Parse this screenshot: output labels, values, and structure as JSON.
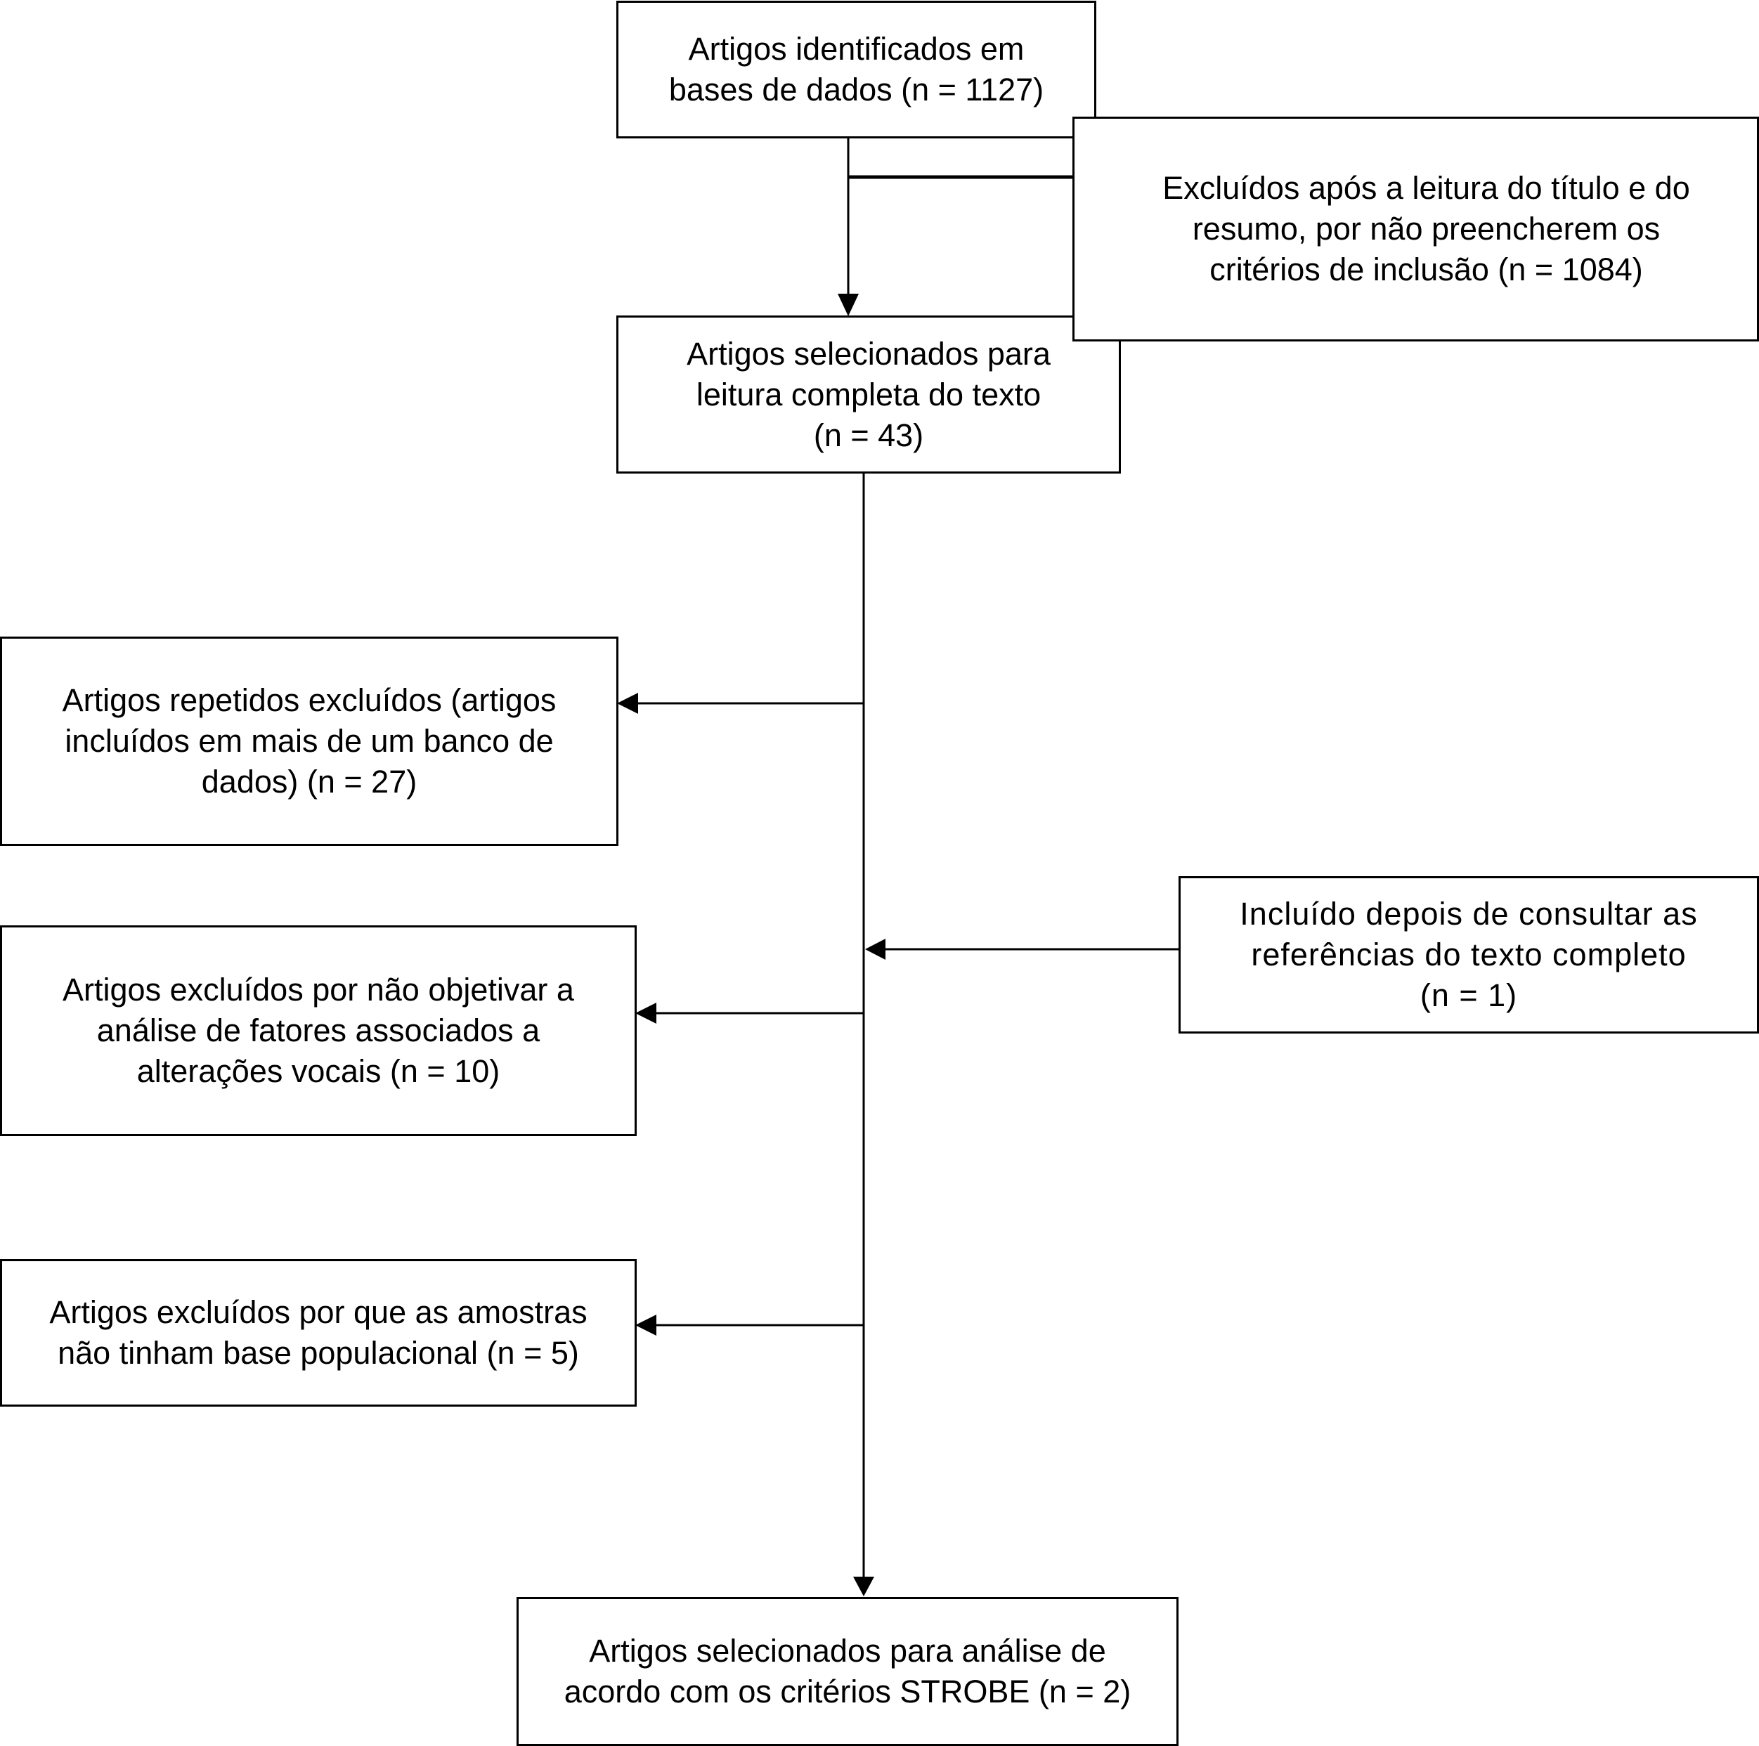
{
  "flowchart": {
    "identified": "Artigos identificados em\nbases de dados (n = 1127)",
    "excluded_title_abstract": "Excluídos após a leitura do título e do\nresumo, por não preencherem os\ncritérios de inclusão (n = 1084)",
    "selected_full_text": "Artigos selecionados para\nleitura completa do texto\n(n = 43)",
    "repeated_excluded": "Artigos repetidos excluídos (artigos\nincluídos em mais de um banco de\ndados) (n = 27)",
    "included_references": "Incluído depois de consultar as\nreferências do texto completo\n(n = 1)",
    "excluded_not_objective": "Artigos excluídos por não objetivar a\nanálise de fatores associados a\nalterações vocais (n = 10)",
    "excluded_not_population": "Artigos excluídos por que as amostras\nnão tinham base populacional (n = 5)",
    "final_selected": "Artigos selecionados para análise de\nacordo com os critérios STROBE (n = 2)"
  }
}
